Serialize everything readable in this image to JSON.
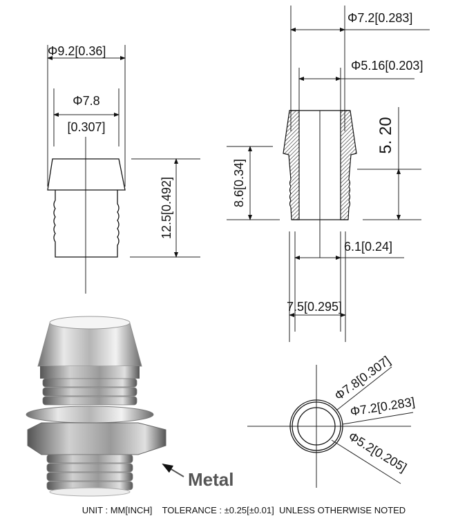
{
  "side_view": {
    "outer_diameter": "Φ9.2[0.36]",
    "cap_diameter_mm": "Φ7.8",
    "cap_diameter_in": "[0.307]",
    "height": "12.5[0.492]"
  },
  "section_view": {
    "top_diameter": "Φ7.2[0.283]",
    "bore_diameter": "Φ5.16[0.203]",
    "barb_height": "8.6[0.34]",
    "thread_height": "5. 20",
    "inner_width": "6.1[0.24]",
    "outer_width": "7.5[0.295]"
  },
  "top_view": {
    "outer": "Φ7.8[0.307]",
    "middle": "Φ7.2[0.283]",
    "inner": "Φ5.2[0.205]"
  },
  "photo_label": "Metal",
  "footer": "UNIT : MM[INCH]    TOLERANCE : ±0.25[±0.01]  UNLESS OTHERWISE NOTED"
}
